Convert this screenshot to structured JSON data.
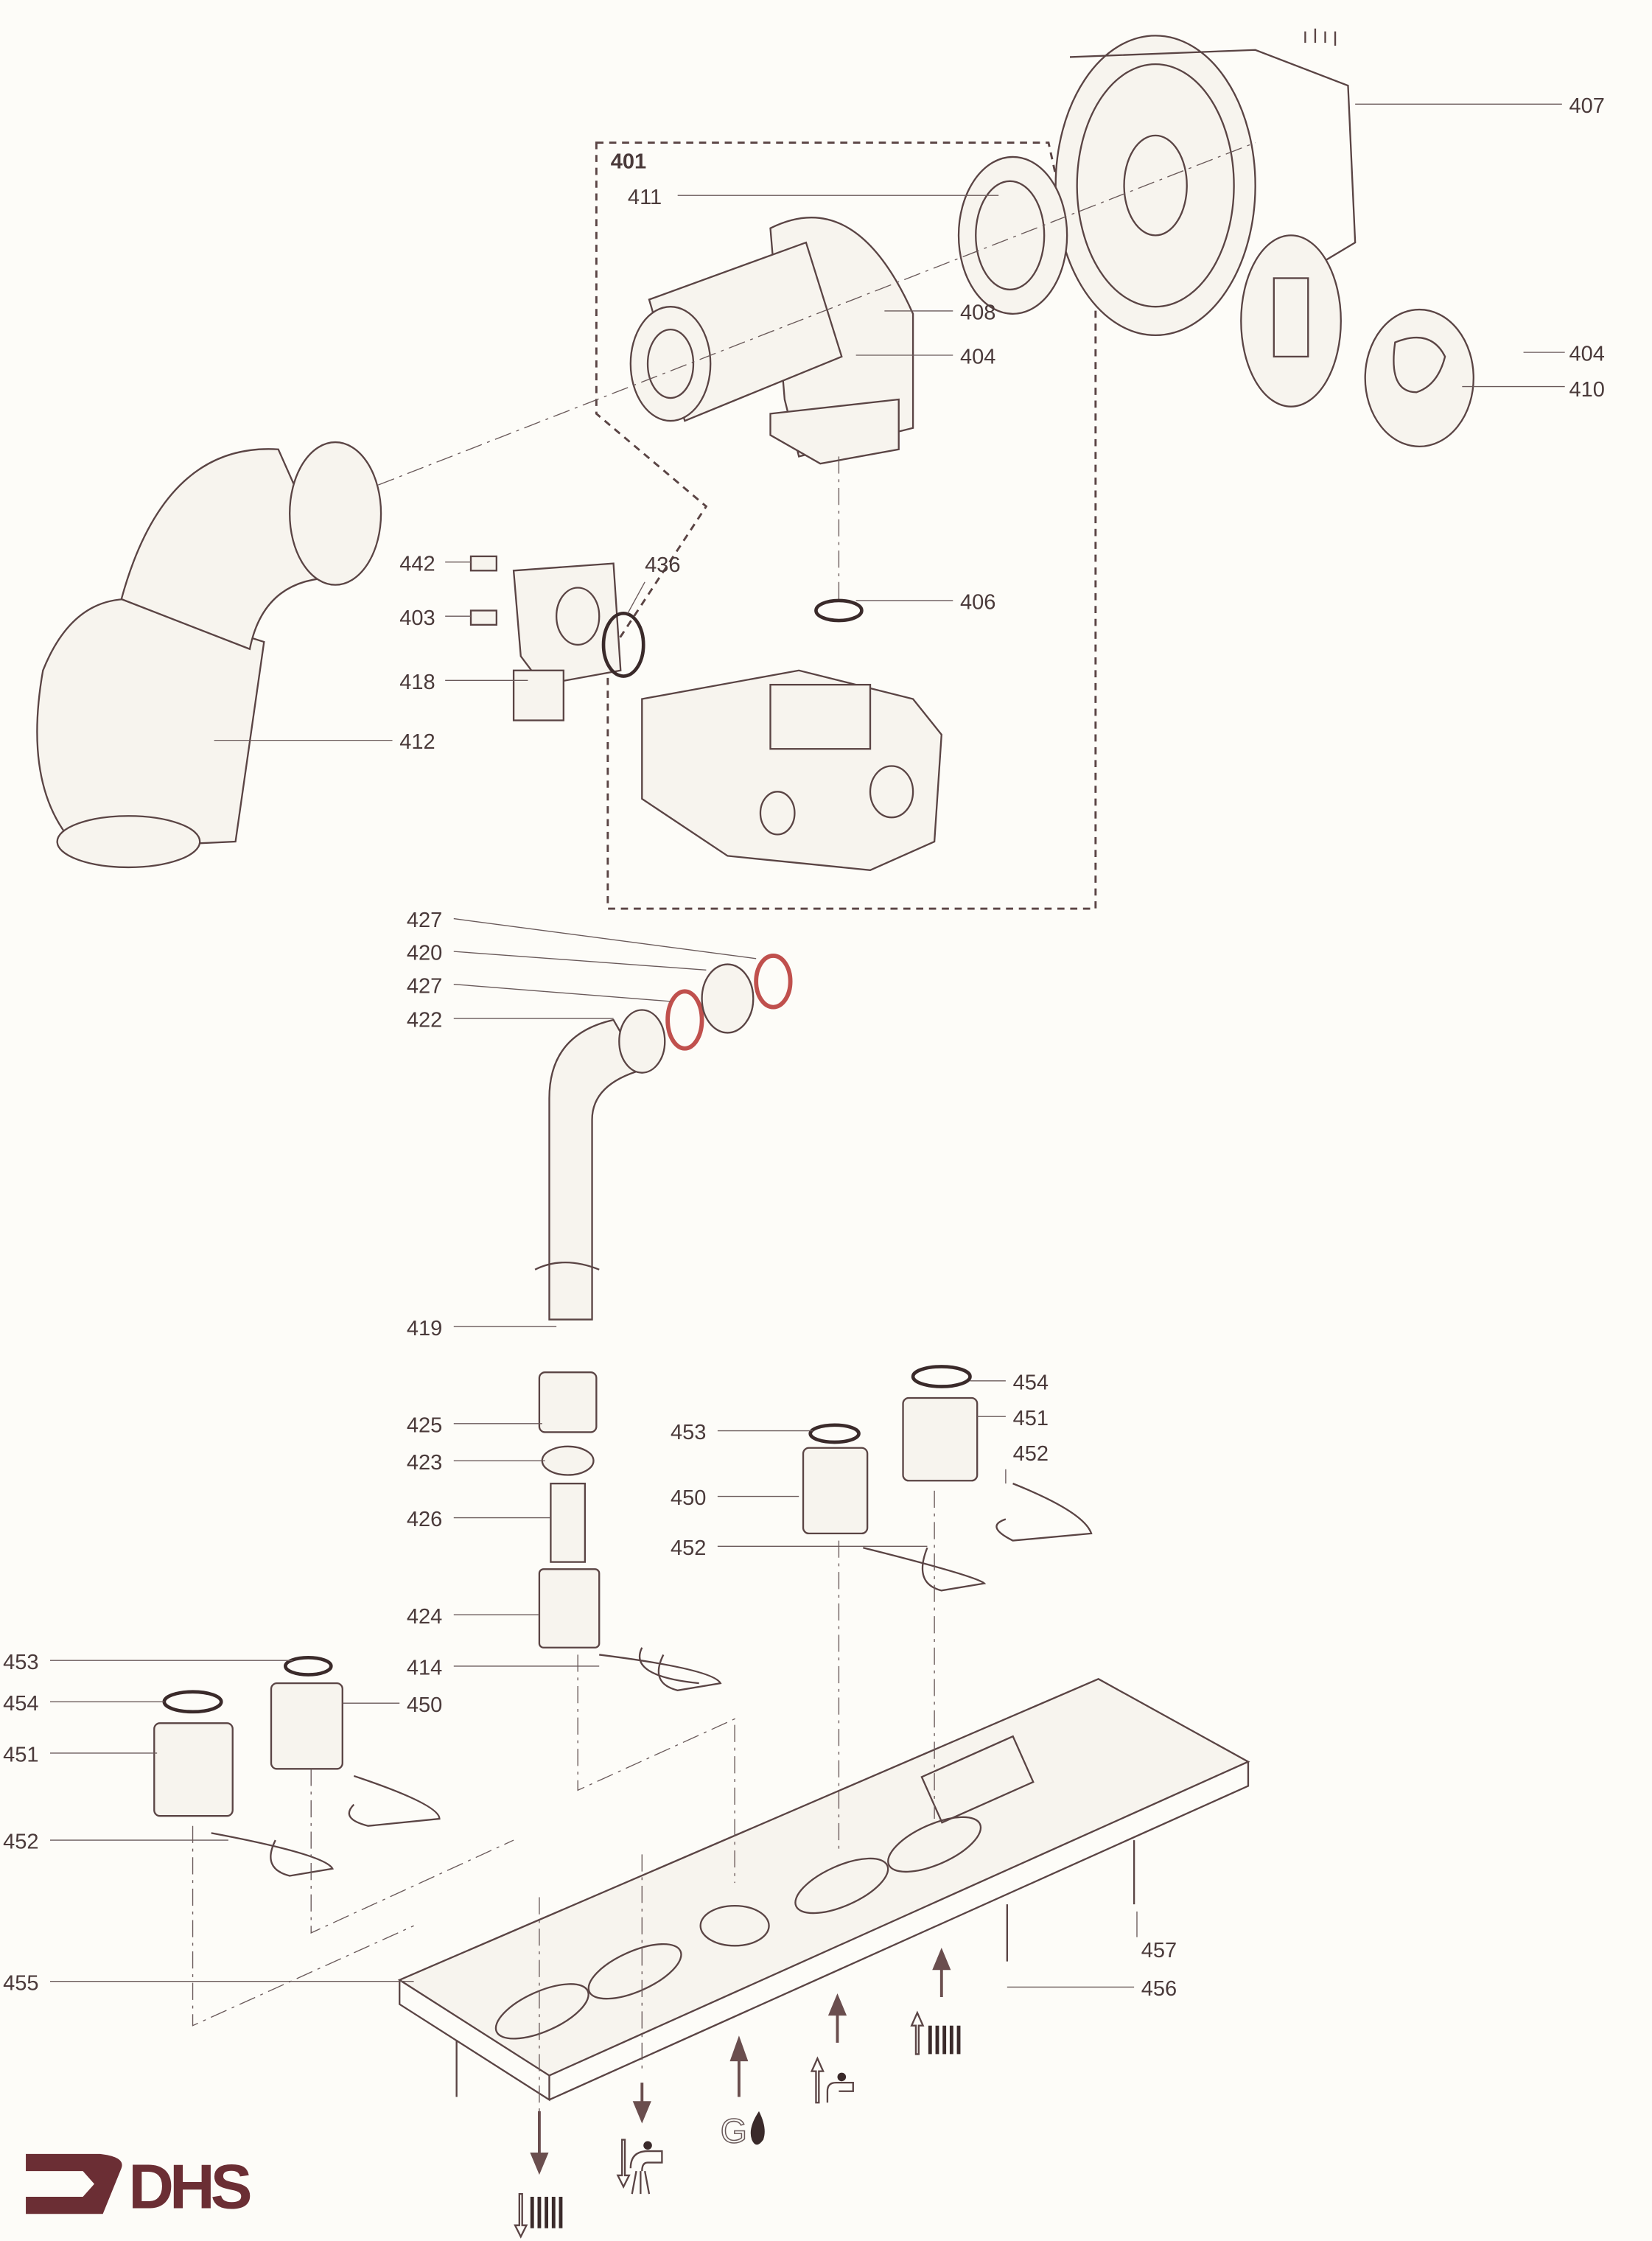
{
  "diagram": {
    "assembly_label": "401",
    "part_labels": [
      "407",
      "411",
      "408",
      "404",
      "404",
      "410",
      "442",
      "436",
      "403",
      "406",
      "418",
      "412",
      "427",
      "420",
      "427",
      "422",
      "419",
      "454",
      "451",
      "453",
      "452",
      "425",
      "423",
      "450",
      "426",
      "452",
      "424",
      "453",
      "414",
      "454",
      "450",
      "451",
      "452",
      "455",
      "457",
      "456"
    ],
    "connection_symbols": [
      "heating-return",
      "hot-water-out",
      "gas-inlet",
      "cold-water-in",
      "heating-flow"
    ],
    "gas_symbol_text": "G",
    "logo_text": "DHS",
    "colors": {
      "line": "#5a4444",
      "oring": "#c0504d",
      "logo": "#6b2e34"
    }
  }
}
